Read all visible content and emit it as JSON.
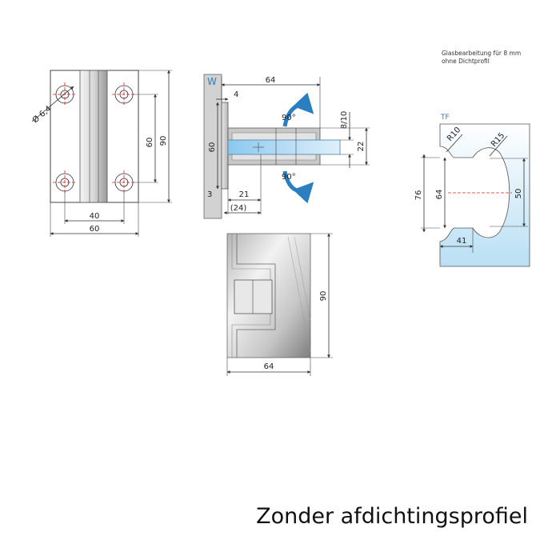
{
  "front": {
    "hole_dia": "Ø 6,4",
    "dim_hole_spacing_h": "40",
    "dim_width": "60",
    "dim_hole_spacing_v": "60",
    "dim_height": "90"
  },
  "side": {
    "wall_label": "W",
    "dim_depth": "64",
    "dim_plate": "4",
    "dim_height": "60",
    "dim_base": "3",
    "dim_offset": "21",
    "dim_offset_paren": "(24)",
    "dim_glass": "8/10",
    "dim_clamp": "22",
    "rotation_top": "90°",
    "rotation_bottom": "90°",
    "arrow_color": "#2b7fc0"
  },
  "top_view": {
    "dim_height": "90",
    "dim_width": "64"
  },
  "glass": {
    "note_line1": "Glasbearbeitung für 8 mm",
    "note_line2": "ohne Dichtprofil",
    "label": "TF",
    "radius_small": "R10",
    "radius_large": "R15",
    "dim_76": "76",
    "dim_64": "64",
    "dim_50": "50",
    "dim_41": "41",
    "glass_color": "#cfe8f6"
  },
  "caption": "Zonder afdichtingsprofiel"
}
